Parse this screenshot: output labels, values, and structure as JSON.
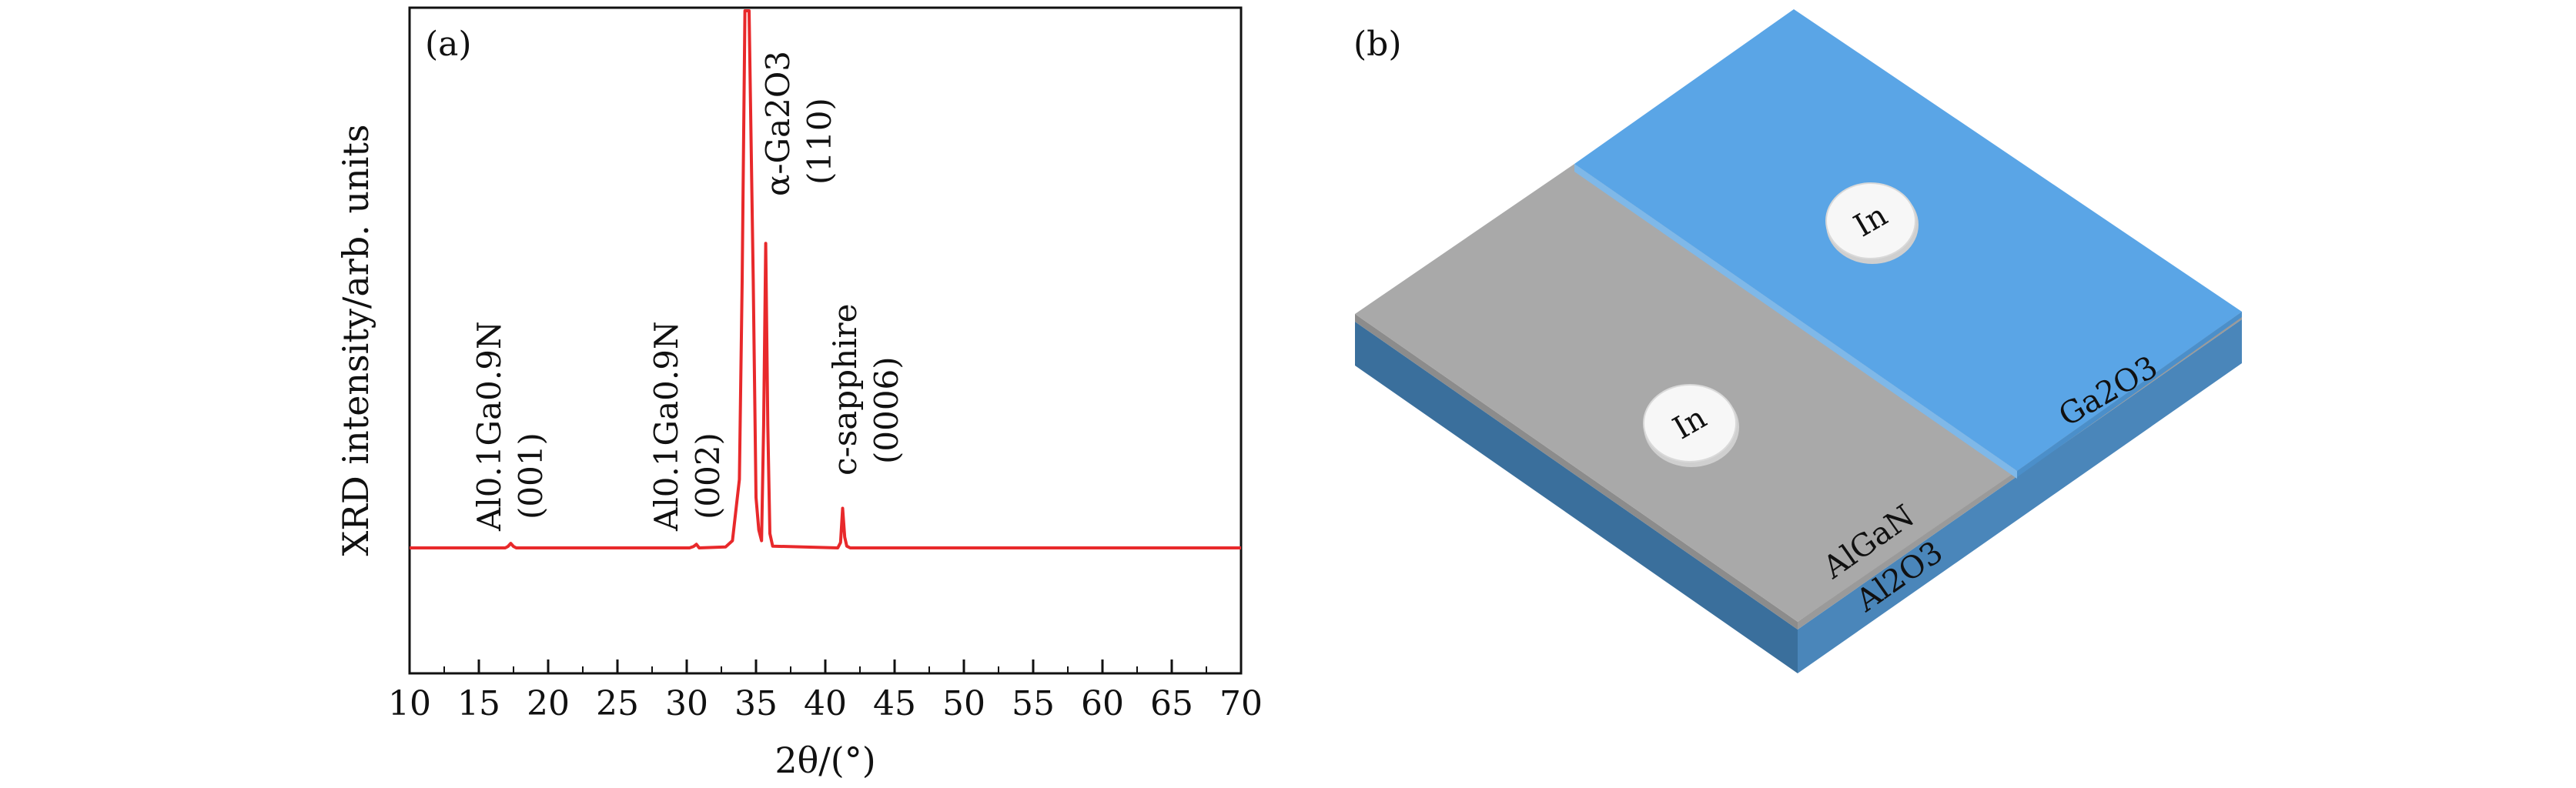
{
  "panel_a": {
    "label": "(a)",
    "ylabel": "XRD intensity/arb. units",
    "xlabel": "2θ/(°)",
    "annotations": [
      {
        "line1": "Al0.1Ga0.9N",
        "line2": "(001)",
        "x": 17.3
      },
      {
        "line1": "Al0.1Ga0.9N",
        "line2": "(002)",
        "x": 30.6
      },
      {
        "line1": "α-Ga2O3",
        "line2": "(110)",
        "x": 35.7
      },
      {
        "line1": "c-sapphire",
        "line2": "(0006)",
        "x": 41.7
      }
    ]
  },
  "panel_b": {
    "label": "(b)",
    "contact_top": "In",
    "contact_bottom": "In",
    "layer_ga2o3": "Ga2O3",
    "layer_algan": "AlGaN",
    "layer_al2o3": "Al2O3",
    "colors": {
      "ga2o3": "#5aa5e6",
      "algan": "#a9a9a9",
      "substrate": "#3f78a8"
    }
  },
  "chart_data": {
    "type": "line",
    "title": "",
    "xlabel": "2θ/(°)",
    "ylabel": "XRD intensity/arb. units",
    "xlim": [
      10,
      70
    ],
    "xticks": [
      10,
      15,
      20,
      25,
      30,
      35,
      40,
      45,
      50,
      55,
      60,
      65,
      70
    ],
    "y_tick_labels": false,
    "color": "#e8292b",
    "series": [
      {
        "x": [
          10,
          16.9,
          17.1,
          17.3,
          17.5,
          17.7,
          30.2,
          30.5,
          30.7,
          30.9,
          32.8,
          33.3,
          33.8,
          34.0,
          34.2,
          34.5,
          34.8,
          35.0,
          35.2,
          35.4,
          35.55,
          35.7,
          35.85,
          36.0,
          36.2,
          40.9,
          41.1,
          41.25,
          41.4,
          41.55,
          41.8,
          70
        ],
        "y": [
          2,
          2,
          2.8,
          4.5,
          2.8,
          2,
          2,
          2.8,
          4,
          2,
          2.5,
          6,
          40,
          150,
          300,
          300,
          150,
          30,
          12,
          6,
          70,
          171,
          70,
          10,
          3,
          2,
          5,
          24,
          8,
          3,
          2,
          2
        ]
      }
    ]
  }
}
